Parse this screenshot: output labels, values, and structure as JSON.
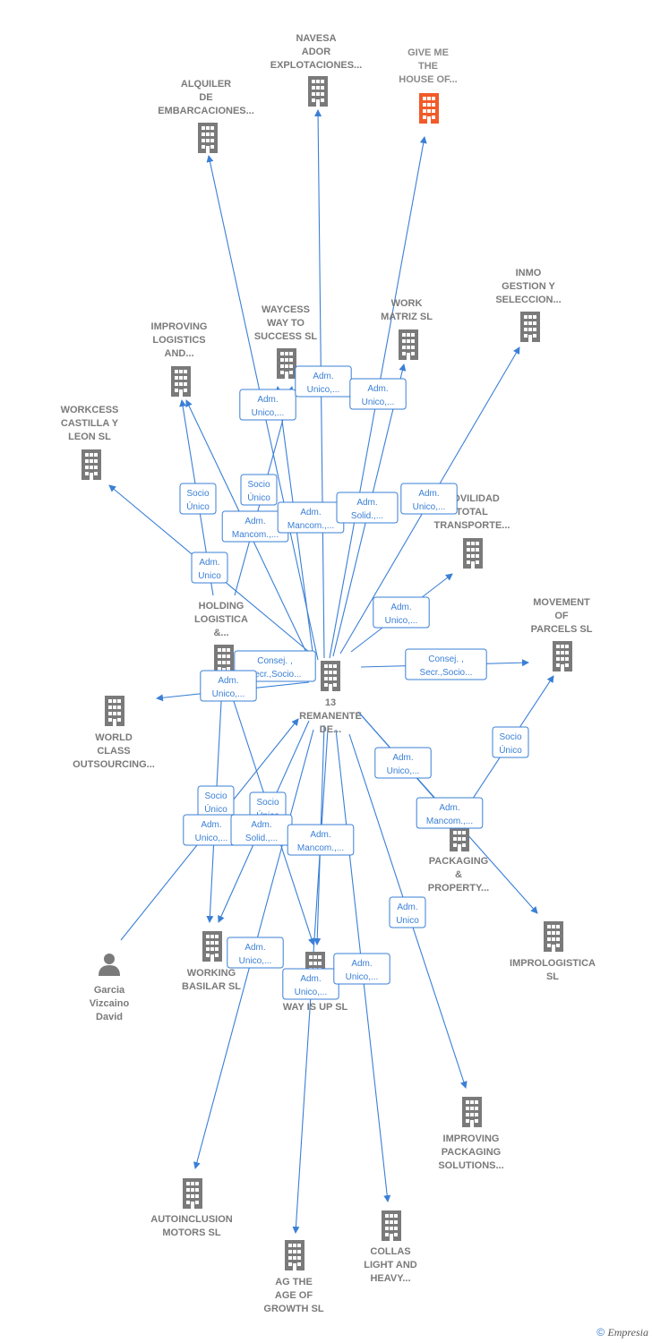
{
  "colors": {
    "edge": "#3a7fd6",
    "building": "#7a7a7a",
    "highlight": "#f15a29",
    "label": "#7a7a7a"
  },
  "nodes": [
    {
      "id": "center",
      "label": [
        "13",
        "REMANENTE",
        "DE..."
      ],
      "icon": "building-icon"
    },
    {
      "id": "navesa",
      "label": [
        "NAVESA",
        "ADOR",
        "EXPLOTACIONES..."
      ],
      "icon": "building-icon"
    },
    {
      "id": "giveme",
      "label": [
        "GIVE ME",
        "THE",
        "HOUSE OF..."
      ],
      "icon": "building-icon",
      "highlight": true
    },
    {
      "id": "alquiler",
      "label": [
        "ALQUILER",
        "DE",
        "EMBARCACIONES..."
      ],
      "icon": "building-icon"
    },
    {
      "id": "inmo",
      "label": [
        "INMO",
        "GESTION Y",
        "SELECCION..."
      ],
      "icon": "building-icon"
    },
    {
      "id": "waycess",
      "label": [
        "WAYCESS",
        "WAY TO",
        "SUCCESS  SL"
      ],
      "icon": "building-icon"
    },
    {
      "id": "work",
      "label": [
        "WORK",
        "MATRIZ  SL"
      ],
      "icon": "building-icon"
    },
    {
      "id": "improving",
      "label": [
        "IMPROVING",
        "LOGISTICS",
        "AND..."
      ],
      "icon": "building-icon"
    },
    {
      "id": "workcess",
      "label": [
        "WORKCESS",
        "CASTILLA Y",
        "LEON  SL"
      ],
      "icon": "building-icon"
    },
    {
      "id": "movilidad",
      "label": [
        "MOVILIDAD",
        "TOTAL",
        "TRANSPORTE..."
      ],
      "icon": "building-icon"
    },
    {
      "id": "holding",
      "label": [
        "HOLDING",
        "LOGISTICA",
        "&..."
      ],
      "icon": "building-icon"
    },
    {
      "id": "movement",
      "label": [
        "MOVEMENT",
        "OF",
        "PARCELS  SL"
      ],
      "icon": "building-icon"
    },
    {
      "id": "world",
      "label": [
        "WORLD",
        "CLASS",
        "OUTSOURCING..."
      ],
      "icon": "building-icon"
    },
    {
      "id": "packaging",
      "label": [
        "PACKAGING",
        "&",
        "PROPERTY..."
      ],
      "icon": "building-icon"
    },
    {
      "id": "improlog",
      "label": [
        "IMPROLOGISTICA",
        "SL"
      ],
      "icon": "building-icon"
    },
    {
      "id": "garcia",
      "label": [
        "Garcia",
        "Vizcaino",
        "David"
      ],
      "icon": "person-icon"
    },
    {
      "id": "working",
      "label": [
        "WORKING",
        "BASILAR  SL"
      ],
      "icon": "building-icon"
    },
    {
      "id": "wayisup",
      "label": [
        "WAY IS UP  SL"
      ],
      "icon": "building-icon"
    },
    {
      "id": "impack",
      "label": [
        "IMPROVING",
        "PACKAGING",
        "SOLUTIONS..."
      ],
      "icon": "building-icon"
    },
    {
      "id": "autoinc",
      "label": [
        "AUTOINCLUSION",
        "MOTORS  SL"
      ],
      "icon": "building-icon"
    },
    {
      "id": "collas",
      "label": [
        "COLLAS",
        "LIGHT AND",
        "HEAVY..."
      ],
      "icon": "building-icon"
    },
    {
      "id": "agage",
      "label": [
        "AG THE",
        "AGE OF",
        "GROWTH  SL"
      ],
      "icon": "building-icon"
    }
  ],
  "edge_labels": [
    [
      "Adm.",
      "Unico,..."
    ],
    [
      "Adm.",
      "Unico,..."
    ],
    [
      "Adm.",
      "Unico,..."
    ],
    [
      "Socio",
      "Único"
    ],
    [
      "Socio",
      "Único"
    ],
    [
      "Adm.",
      "Mancom.,..."
    ],
    [
      "Adm.",
      "Mancom.,..."
    ],
    [
      "Adm.",
      "Solid.,..."
    ],
    [
      "Adm.",
      "Unico,..."
    ],
    [
      "Adm.",
      "Unico"
    ],
    [
      "Adm.",
      "Unico,..."
    ],
    [
      "Consej. ,",
      "Secr.,Socio..."
    ],
    [
      "Consej. ,",
      "Secr.,Socio..."
    ],
    [
      "Adm.",
      "Unico,..."
    ],
    [
      "Adm.",
      "Unico,..."
    ],
    [
      "Socio",
      "Único"
    ],
    [
      "Socio",
      "Único"
    ],
    [
      "Socio",
      "Único"
    ],
    [
      "Adm.",
      "Unico,..."
    ],
    [
      "Adm.",
      "Solid.,..."
    ],
    [
      "Adm.",
      "Mancom.,..."
    ],
    [
      "Adm.",
      "Mancom.,..."
    ],
    [
      "Adm.",
      "Unico"
    ],
    [
      "Adm.",
      "Unico,..."
    ],
    [
      "Adm.",
      "Unico,..."
    ],
    [
      "Adm.",
      "Unico,..."
    ]
  ],
  "footer": {
    "copyright": "©",
    "brand": "Empresia"
  }
}
